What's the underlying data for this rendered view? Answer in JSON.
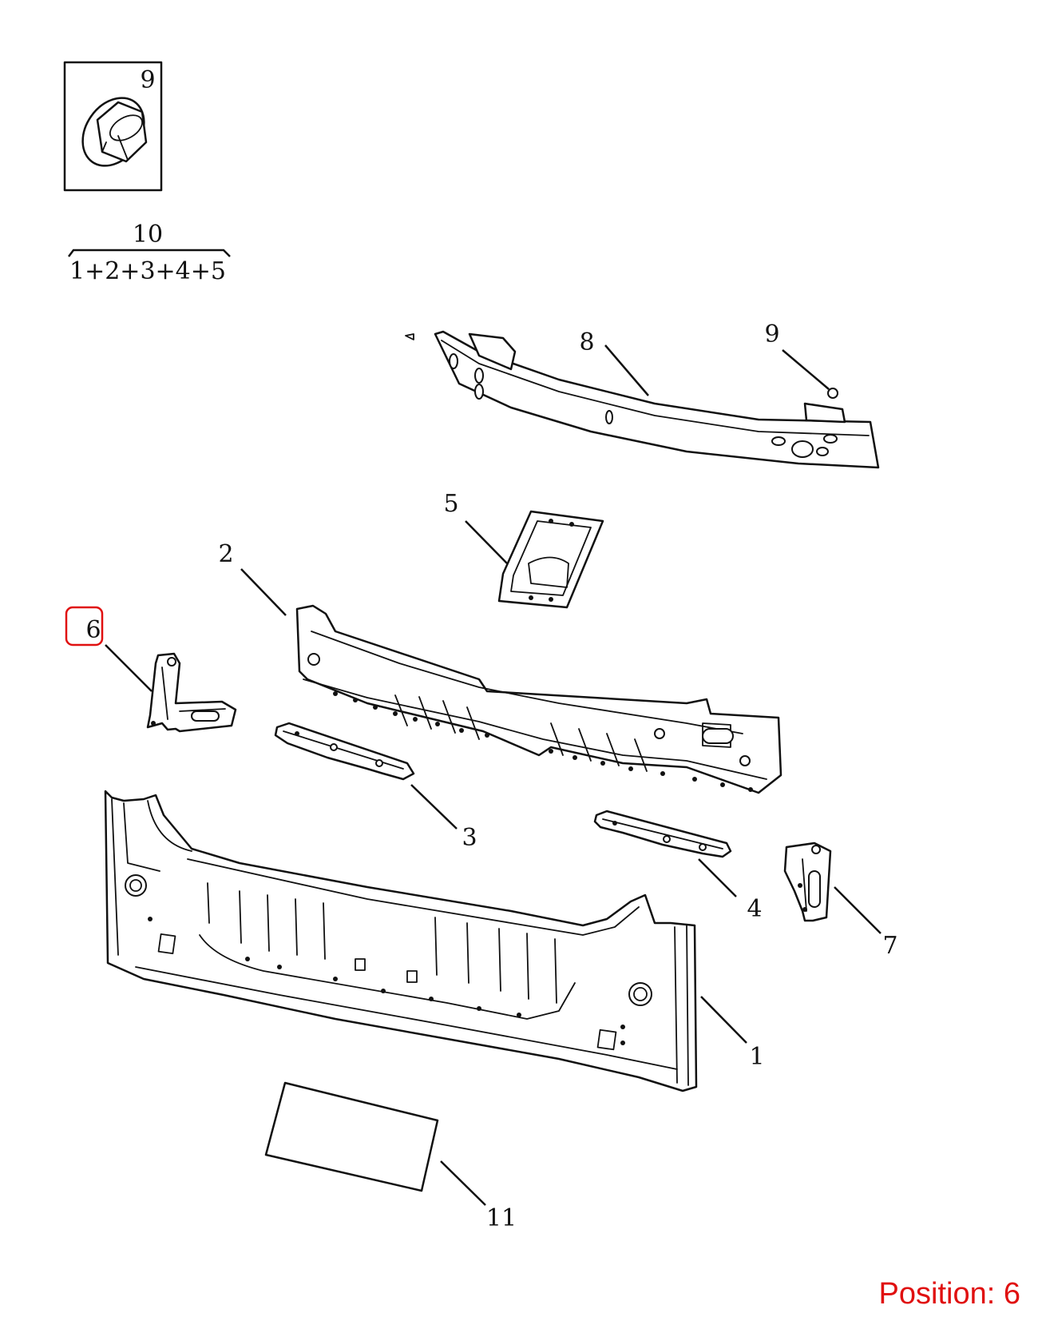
{
  "callouts": {
    "inset_9": "9",
    "assembly_top": "10",
    "assembly_bottom": "1+2+3+4+5",
    "c1": "1",
    "c2": "2",
    "c3": "3",
    "c4": "4",
    "c5": "5",
    "c6": "6",
    "c7": "7",
    "c8": "8",
    "c9": "9",
    "c11": "11"
  },
  "selected_callout": "6",
  "highlight_color": "#e01010",
  "position_label": "Position: 6"
}
